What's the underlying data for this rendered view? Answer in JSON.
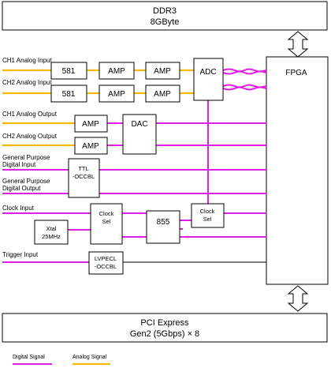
{
  "ddr": {
    "line1": "DDR3",
    "line2": "8GByte"
  },
  "pcie": {
    "line1": "PCI Express",
    "line2": "Gen2 (5Gbps) × 8"
  },
  "fpga": "FPGA",
  "adc": "ADC",
  "dac": "DAC",
  "blocks": {
    "b581": "581",
    "amp": "AMP",
    "ttl": {
      "line1": "TTL",
      "line2": "-OCCBL"
    },
    "clocksel": {
      "line1": "Clock",
      "line2": "Sel"
    },
    "pll": "855",
    "xtal": {
      "line1": "Xtal",
      "line2": "25MHz"
    },
    "lvpecl": {
      "line1": "LVPECL",
      "line2": "-OCCBL"
    }
  },
  "labels": {
    "ch1_in": "CH1 Analog Input",
    "ch2_in": "CH2 Analog Input",
    "ch1_out": "CH1 Analog Output",
    "ch2_out": "CH2 Analog Output",
    "gp_in": {
      "line1": "General Purpose",
      "line2": "Digital Input"
    },
    "gp_out": {
      "line1": "General Purpose",
      "line2": "Digital Output"
    },
    "clock_in": "Clock Input",
    "trigger_in": "Trigger Input"
  },
  "legend": {
    "digital": "Digital Signal",
    "analog": "Analog Signal"
  },
  "colors": {
    "digital": "#e020e0",
    "analog": "#f5b800"
  }
}
